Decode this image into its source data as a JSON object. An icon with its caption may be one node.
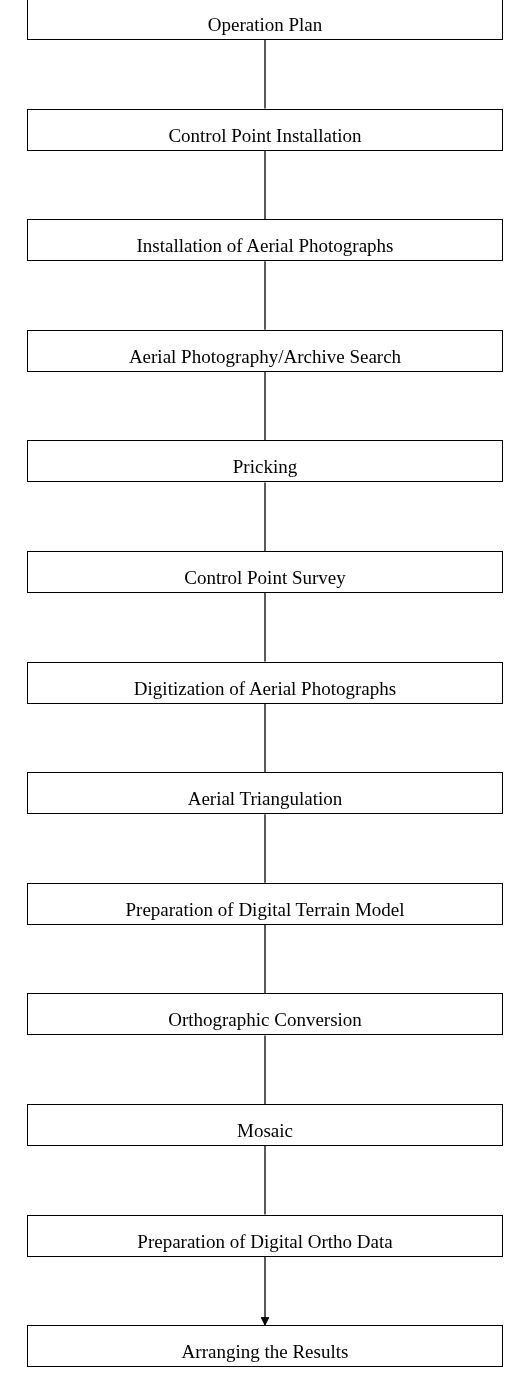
{
  "diagram": {
    "nodes": [
      {
        "text": [
          "Operation Plan"
        ]
      },
      {
        "text": [
          "Control Point Installation"
        ]
      },
      {
        "text": [
          "Installation of Aerial Photographs"
        ]
      },
      {
        "text": [
          "Aerial Photography/Archive Search"
        ]
      },
      {
        "text": [
          "Pricking"
        ]
      },
      {
        "text": [
          "Control Point Survey"
        ]
      },
      {
        "text": [
          "Digitization of Aerial Photographs"
        ]
      },
      {
        "text": [
          "Aerial Triangulation"
        ]
      },
      {
        "text": [
          "Preparation of Digital Terrain Model"
        ]
      },
      {
        "text": [
          "Orthographic Conversion"
        ]
      },
      {
        "text": [
          "Mosaic"
        ]
      },
      {
        "text": [
          "Preparation of Digital Ortho Data"
        ]
      },
      {
        "text": [
          "Arranging the Results"
        ]
      }
    ],
    "edges": [
      {
        "from": 0,
        "to": 1,
        "arrow": "none"
      },
      {
        "from": 1,
        "to": 2,
        "arrow": "none"
      },
      {
        "from": 2,
        "to": 3,
        "arrow": "none"
      },
      {
        "from": 3,
        "to": 4,
        "arrow": "none"
      },
      {
        "from": 4,
        "to": 5,
        "arrow": "none"
      },
      {
        "from": 5,
        "to": 6,
        "arrow": "none"
      },
      {
        "from": 6,
        "to": 7,
        "arrow": "none"
      },
      {
        "from": 7,
        "to": 8,
        "arrow": "none"
      },
      {
        "from": 8,
        "to": 9,
        "arrow": "none"
      },
      {
        "from": 9,
        "to": 10,
        "arrow": "none"
      },
      {
        "from": 10,
        "to": 11,
        "arrow": "none"
      },
      {
        "from": 11,
        "to": 12,
        "arrow": "to"
      }
    ]
  }
}
